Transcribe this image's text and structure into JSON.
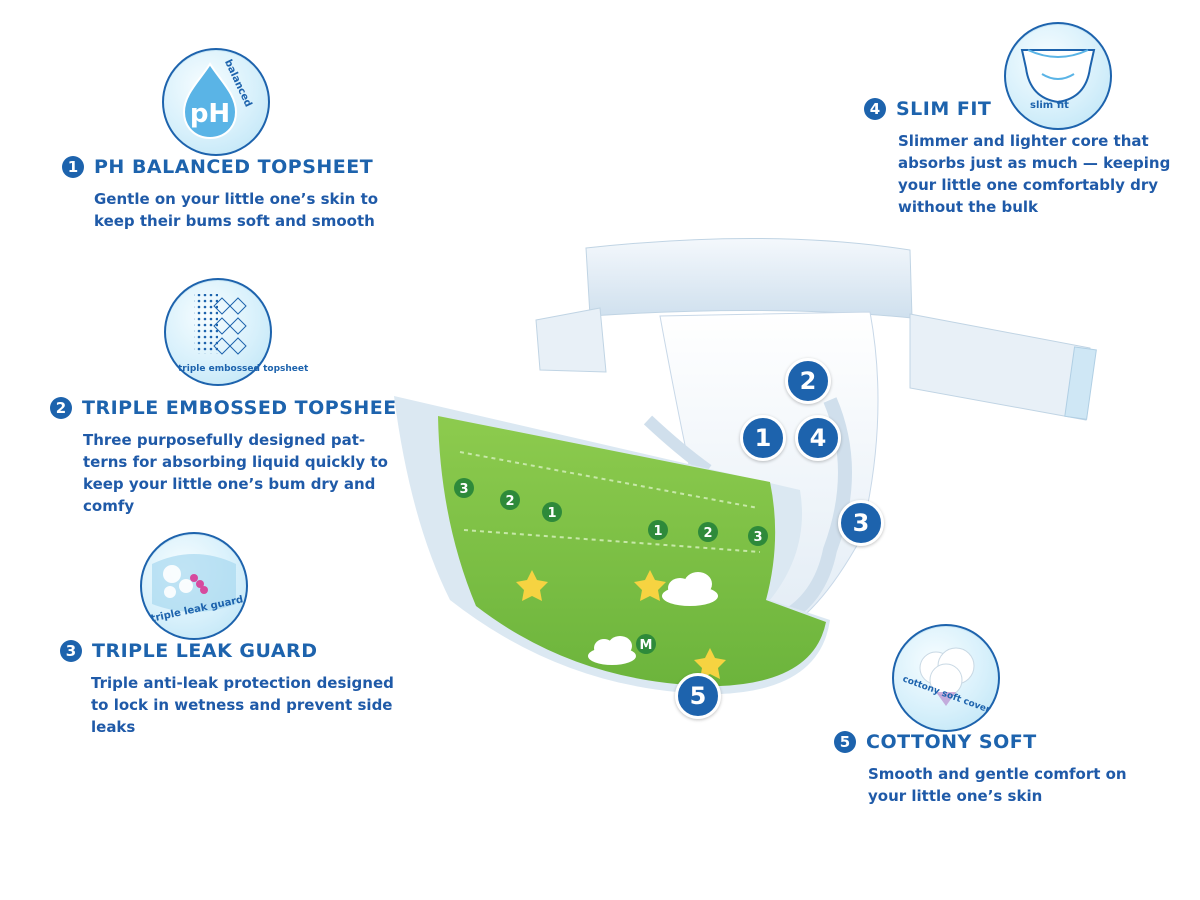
{
  "features": [
    {
      "num": "1",
      "title": "PH BALANCED TOPSHEET",
      "desc_lines": [
        "Gentle on your little one’s skin to",
        "keep their bums soft and smooth"
      ],
      "icon": "ph-drop-icon",
      "icon_text": "pH",
      "icon_caption": "balanced"
    },
    {
      "num": "2",
      "title": "TRIPLE EMBOSSED TOPSHEET",
      "desc_lines": [
        "Three purposefully designed pat-",
        "terns for absorbing liquid quickly to",
        "keep your little one’s bum dry and",
        "comfy"
      ],
      "icon": "embossed-pattern-icon",
      "icon_caption": "triple embossed topsheet"
    },
    {
      "num": "3",
      "title": "TRIPLE LEAK GUARD",
      "desc_lines": [
        "Triple anti-leak protection designed",
        "to lock in wetness and prevent side",
        "leaks"
      ],
      "icon": "leak-guard-icon",
      "icon_caption": "triple leak guard"
    },
    {
      "num": "4",
      "title": "SLIM FIT",
      "desc_lines": [
        "Slimmer and lighter core that",
        "absorbs just as much — keeping",
        "your little one comfortably dry",
        "without the bulk"
      ],
      "icon": "diaper-icon",
      "icon_caption": "slim fit"
    },
    {
      "num": "5",
      "title": "COTTONY SOFT",
      "desc_lines": [
        "Smooth and gentle comfort on",
        "your little one’s skin"
      ],
      "icon": "cotton-icon",
      "icon_caption": "cottony soft cover"
    }
  ],
  "diaper": {
    "markers": [
      "2",
      "1",
      "4",
      "3",
      "5"
    ],
    "print_numbers": [
      "3",
      "2",
      "1",
      "1",
      "2",
      "3"
    ],
    "size_badge": "M",
    "colors": {
      "blue": "#1d63ad",
      "green": "#7cc043",
      "sky": "#d7f0fb"
    }
  }
}
